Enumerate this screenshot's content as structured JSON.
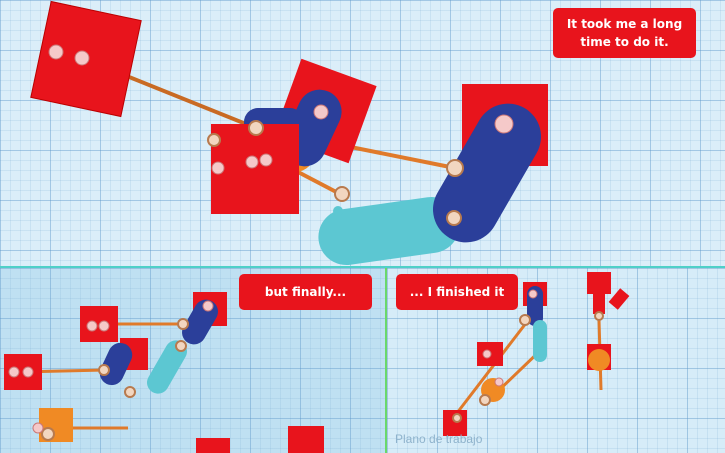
{
  "captions": {
    "top": "It took me a long time to do it.",
    "bottom_left": "but finally...",
    "bottom_right": "... I finished it"
  },
  "workplane_label": "Plano de trabajo",
  "colors": {
    "grid_bg": "#dbeef9",
    "box_red": "#e8141c",
    "cylinder_blue": "#2b3f9a",
    "tank_cyan": "#5cc7d2",
    "rod_orange": "#e07a2a",
    "callout_red": "#e8141c"
  },
  "icons": [
    "pivot-joint-icon",
    "hole-marker-icon"
  ]
}
